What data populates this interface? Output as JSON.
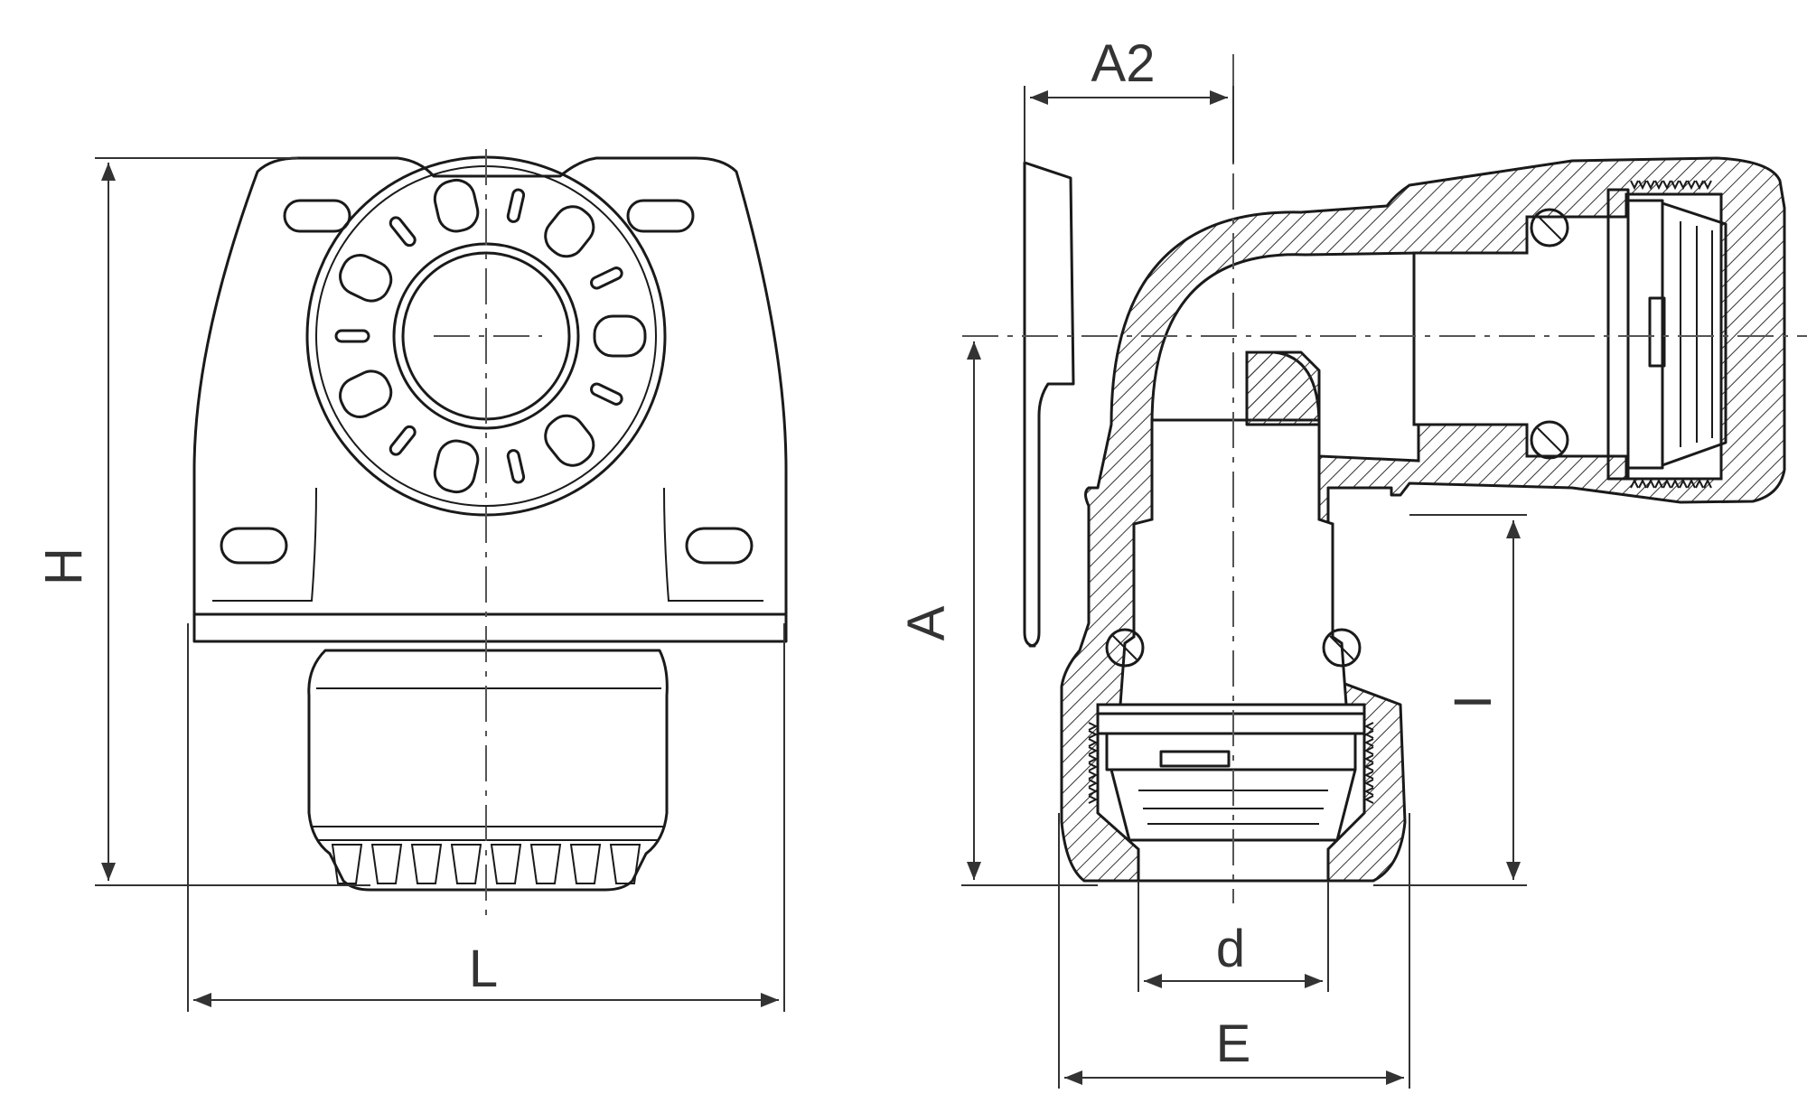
{
  "labels": {
    "h": "H",
    "l": "L",
    "a2": "A2",
    "a": "A",
    "d": "d",
    "e": "E",
    "i": "I"
  },
  "colors": {
    "line": "#1a1a1a",
    "dimension": "#333333",
    "background": "#ffffff"
  }
}
